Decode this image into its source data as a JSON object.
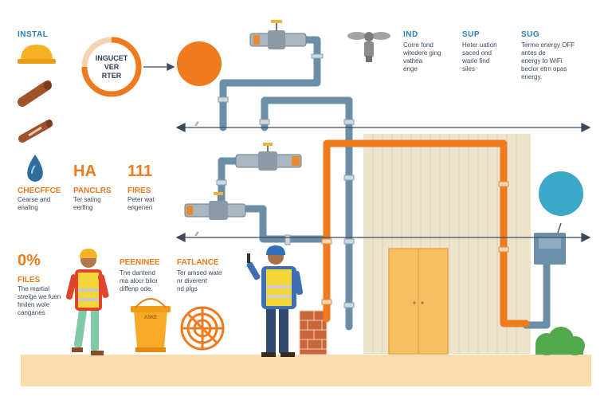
{
  "header": {
    "install_title": "INSTAL"
  },
  "ring": {
    "label": "INGUCET\nVER\nRTER"
  },
  "columns": [
    {
      "title": "IND",
      "body": "Corre fond\nwitedere ging\nvathea\nenge"
    },
    {
      "title": "SUP",
      "body": "Heter uation\nsaced ond\nwarle find\nsiles"
    },
    {
      "title": "SUG",
      "body": "Terme energy OFF\nantes de\nenergy to WiFi\nbeclor etrn opas\nenergy."
    }
  ],
  "arrow_labels": [
    "∕∕",
    "∕∕"
  ],
  "left_panel": {
    "checkce_title": "CHECFFCE",
    "checkce_body": "Cearse and\nenaling",
    "ha_big": "HA",
    "ha_title": "PANCLRS",
    "ha_body": "Ter sating\neerfing",
    "n111_big": "111",
    "n111_title": "FIRES",
    "n111_body": "Peter wat\nengenen",
    "pct_big": "0%",
    "pct_title": "FILES",
    "pct_body": "The martial\nstreige we fuen\nfmilen wole\ncanganes",
    "peenee_title": "PEENINEE",
    "peenee_body": "Tne dantend\nma alocr blior\ndiffenp ode.",
    "fatlance_title": "FATLANCE",
    "fatlance_body": "Ter amsed wate\nnr diverent\nnd plgs"
  },
  "bucket_label": "ASKE",
  "colors": {
    "orange": "#f07a1e",
    "blue_pipe": "#6b8fa8",
    "sky": "#3aa8c8",
    "ground": "#f7dcae",
    "wall": "#ece4cd",
    "door": "#f6bf63",
    "brick": "#c9643b",
    "bush": "#52a84a"
  },
  "icons": [
    "hardhat-icon",
    "pipe-icon",
    "pipe-wrapped-icon",
    "water-drop-icon",
    "sprinkler-icon"
  ]
}
